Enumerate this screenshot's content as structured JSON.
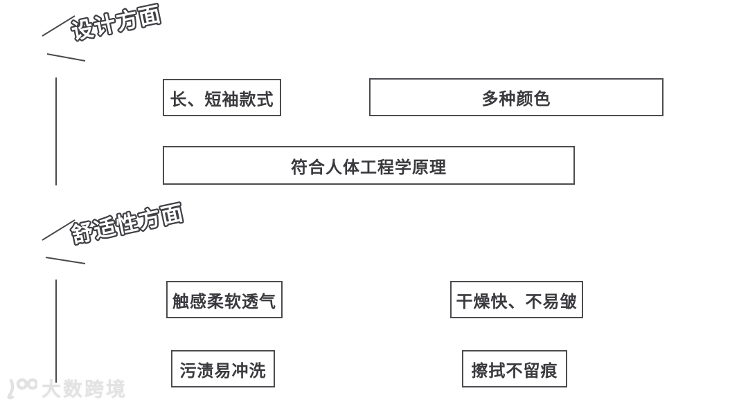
{
  "canvas": {
    "background": "#ffffff"
  },
  "colors": {
    "branch_line": "#4a4a4e",
    "box_border": "#4c4c50",
    "box_text": "#3a3a3e",
    "title_fill": "#ffffff",
    "title_outline": "#3f3f44",
    "watermark": "#e2e2e2"
  },
  "sections": [
    {
      "title": "设计方面",
      "items": [
        {
          "label": "长、短袖款式"
        },
        {
          "label": "多种颜色"
        },
        {
          "label": "符合人体工程学原理"
        }
      ]
    },
    {
      "title": "舒适性方面",
      "items": [
        {
          "label": "触感柔软透气"
        },
        {
          "label": "干燥快、不易皱"
        },
        {
          "label": "污渍易冲洗"
        },
        {
          "label": "擦拭不留痕"
        }
      ]
    }
  ],
  "watermark": {
    "logo": "100",
    "text": "大数跨境"
  }
}
